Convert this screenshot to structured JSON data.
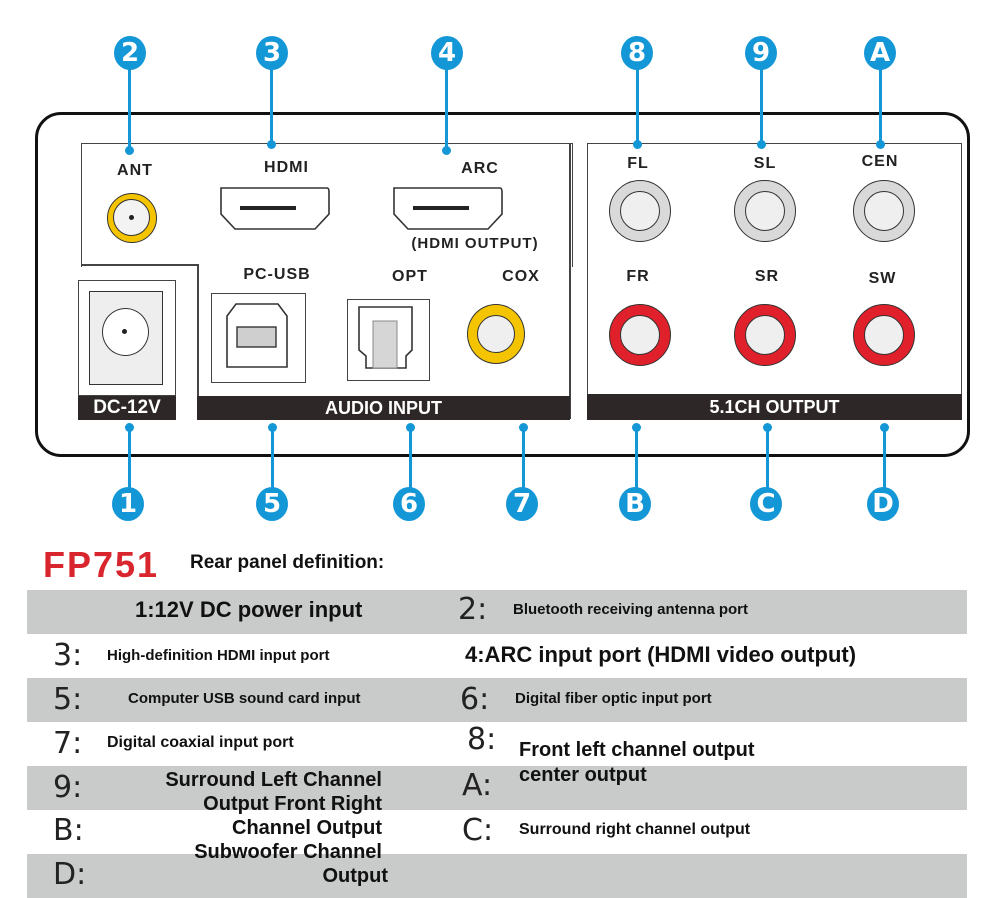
{
  "panel": {
    "labels": {
      "ant": "ANT",
      "hdmi": "HDMI",
      "arc": "ARC",
      "arc_sub": "(HDMI OUTPUT)",
      "pc_usb": "PC-USB",
      "opt": "OPT",
      "cox": "COX",
      "fl": "FL",
      "sl": "SL",
      "cen": "CEN",
      "fr": "FR",
      "sr": "SR",
      "sw": "SW"
    },
    "bars": {
      "dc": "DC-12V",
      "audio_input": "AUDIO INPUT",
      "output": "5.1CH OUTPUT"
    },
    "callouts": {
      "top": [
        "2",
        "3",
        "4",
        "8",
        "9",
        "A"
      ],
      "bottom": [
        "1",
        "5",
        "6",
        "7",
        "B",
        "C",
        "D"
      ]
    },
    "colors": {
      "callout": "#1497d6",
      "coax_ring": "#f5c400",
      "red_rca": "#e0202a",
      "white_rca": "#d9d9d9",
      "bar": "#2e2727"
    }
  },
  "legend": {
    "model": "FP751",
    "title": "Rear panel definition:",
    "rows": [
      {
        "left_key": "",
        "left_text": "1:12V DC power input",
        "right_key": "2:",
        "right_text": "Bluetooth receiving antenna port"
      },
      {
        "left_key": "3:",
        "left_text": "High-definition HDMI input port",
        "right_key": "",
        "right_text": "4:ARC input port (HDMI video output)"
      },
      {
        "left_key": "5:",
        "left_text": "Computer USB sound card input",
        "right_key": "6:",
        "right_text": "Digital fiber optic input port"
      },
      {
        "left_key": "7:",
        "left_text": "Digital coaxial input port",
        "right_key": "8:",
        "right_text": "Front left channel output"
      },
      {
        "left_key": "9:",
        "left_text": "Surround Left Channel",
        "right_key": "A:",
        "right_text": "center output"
      },
      {
        "left_key": "B:",
        "left_text": "Output Front Right",
        "right_key": "C:",
        "right_text": "Surround right channel output"
      },
      {
        "left_key": "D:",
        "left_text": "Channel Output",
        "right_key": "",
        "right_text": ""
      }
    ],
    "overflow_lines": [
      "Surround Left Channel",
      "Output Front Right",
      "Channel Output",
      "Subwoofer Channel",
      "Output"
    ]
  }
}
